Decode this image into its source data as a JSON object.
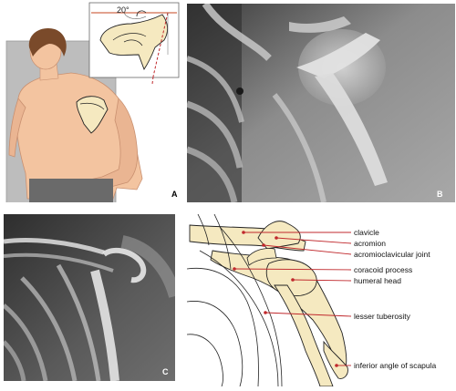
{
  "panels": {
    "a": {
      "letter": "A",
      "angle_label": "20°"
    },
    "b": {
      "letter": "B"
    },
    "c": {
      "letter": "C"
    }
  },
  "labels": [
    "clavicle",
    "acromion",
    "acromioclavicular joint",
    "coracoid process",
    "humeral head",
    "lesser tuberosity",
    "inferior angle of scapula"
  ],
  "colors": {
    "bone_fill": "#f5e9c0",
    "leader_red": "#c0282c",
    "skin": "#f3c4a0",
    "hair": "#7a4a2a",
    "detector_gray": "#bdbdbd"
  }
}
